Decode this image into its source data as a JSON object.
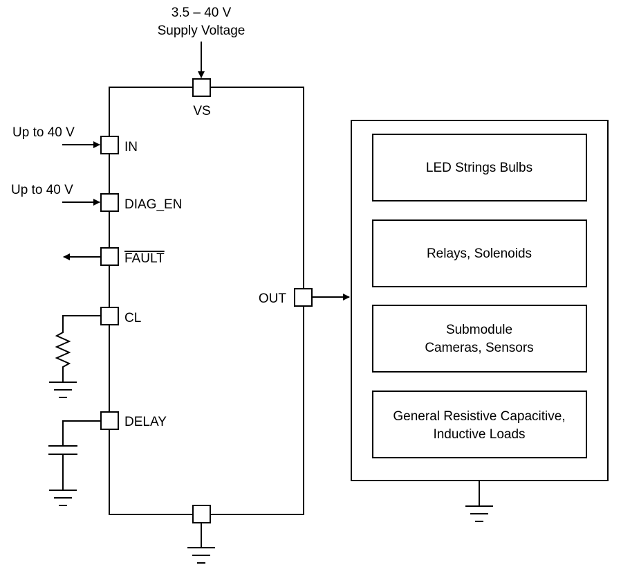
{
  "supply": {
    "range": "3.5 – 40 V",
    "label": "Supply Voltage"
  },
  "pins": {
    "vs": "VS",
    "in": "IN",
    "diag_en": "DIAG_EN",
    "fault": "FAULT",
    "cl": "CL",
    "delay": "DELAY",
    "out": "OUT"
  },
  "inputs": {
    "in_level": "Up to 40 V",
    "diag_en_level": "Up to 40 V"
  },
  "loads": [
    {
      "line1": "LED Strings Bulbs",
      "line2": ""
    },
    {
      "line1": "Relays, Solenoids",
      "line2": ""
    },
    {
      "line1": "Submodule",
      "line2": "Cameras, Sensors"
    },
    {
      "line1": "General Resistive Capacitive,",
      "line2": "Inductive Loads"
    }
  ]
}
